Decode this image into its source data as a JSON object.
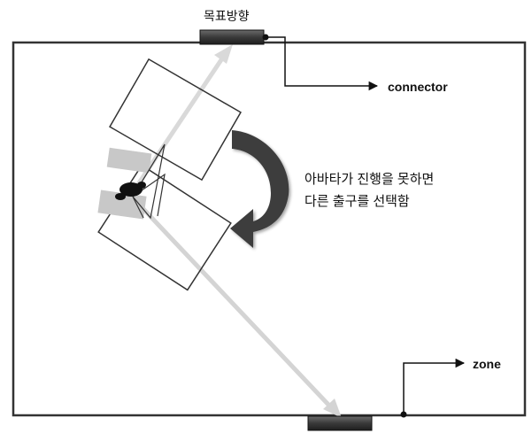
{
  "labels": {
    "target_direction": "목표방향",
    "connector": "connector",
    "zone": "zone",
    "note_line1": "아바타가 진행을 못하면",
    "note_line2": "다른 출구를 선택함"
  },
  "colors": {
    "zone_border": "#333333",
    "connector_bar": "#3a3a3a",
    "rotate_arrow": "#3c3c3c",
    "path_arrow": "#d9d9d9",
    "avatar": "#111111",
    "grey_block": "#c8c8c8"
  }
}
